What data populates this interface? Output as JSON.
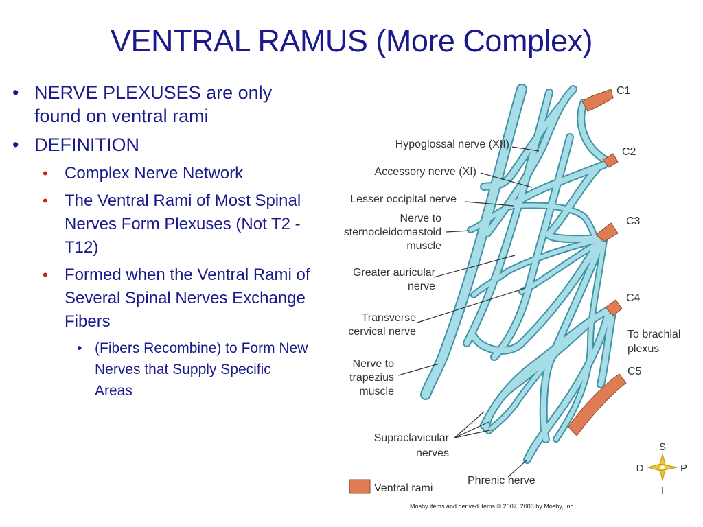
{
  "title": "VENTRAL RAMUS (More Complex)",
  "bullets": {
    "b1": "NERVE PLEXUSES are only found on ventral rami",
    "b2": "DEFINITION",
    "sub": [
      "Complex Nerve Network",
      "The Ventral Rami of Most Spinal Nerves Form Plexuses (Not T2 - T12)",
      "Formed when the Ventral Rami of Several Spinal Nerves Exchange Fibers"
    ],
    "subsub": "(Fibers Recombine) to Form New Nerves that Supply Specific Areas"
  },
  "figure": {
    "cervical_labels": [
      "C1",
      "C2",
      "C3",
      "C4",
      "C5"
    ],
    "labels": {
      "hypoglossal": "Hypoglossal nerve (XII)",
      "accessory": "Accessory nerve (XI)",
      "lesser_occipital": "Lesser occipital nerve",
      "scm_1": "Nerve to",
      "scm_2": "sternocleidomastoid",
      "scm_3": "muscle",
      "greater_auricular_1": "Greater auricular",
      "greater_auricular_2": "nerve",
      "transverse_1": "Transverse",
      "transverse_2": "cervical nerve",
      "trapezius_1": "Nerve to",
      "trapezius_2": "trapezius",
      "trapezius_3": "muscle",
      "supraclavicular_1": "Supraclavicular",
      "supraclavicular_2": "nerves",
      "phrenic": "Phrenic nerve",
      "brachial_1": "To brachial",
      "brachial_2": "plexus"
    },
    "legend": "Ventral rami",
    "compass": {
      "top": "S",
      "left": "D",
      "right": "P",
      "bottom": "I"
    },
    "credit": "Mosby items and derived items © 2007, 2003 by Mosby, Inc.",
    "colors": {
      "nerve": "#a6dde6",
      "nerve_outline": "#3f94a6",
      "ventral_rami": "#e07c53",
      "compass": "#f2c530"
    }
  }
}
